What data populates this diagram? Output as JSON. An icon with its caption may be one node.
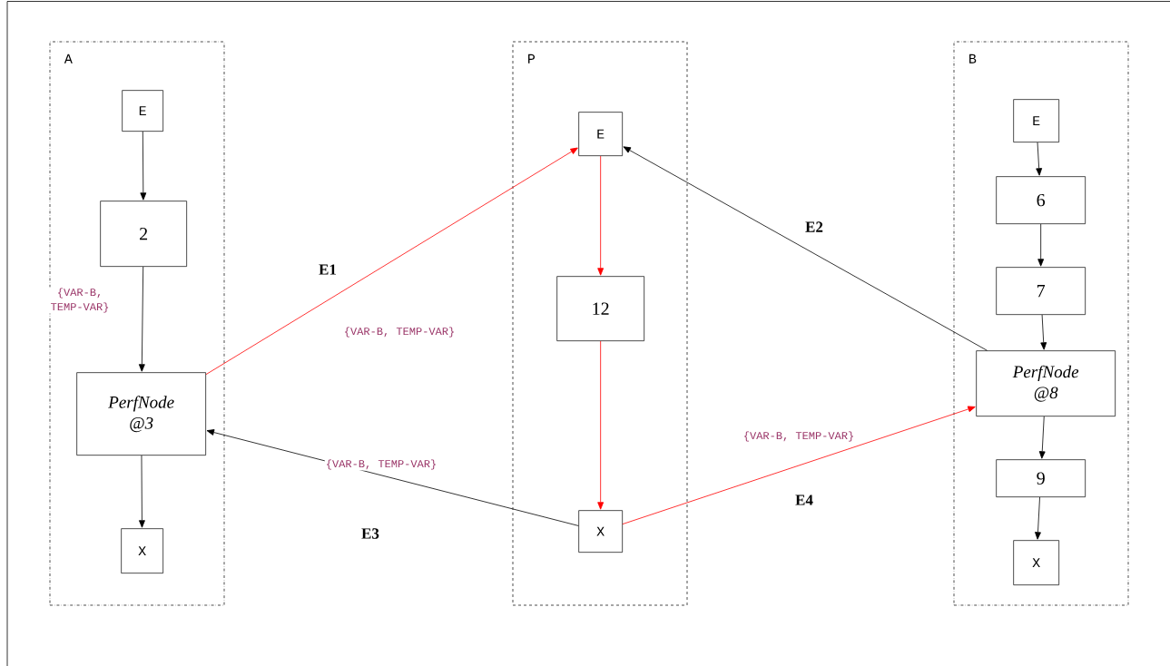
{
  "diagram": {
    "nodes": [
      {
        "text": [
          "A"
        ]
      },
      {
        "text": [
          "E"
        ],
        "in": 0
      },
      {
        "text": [
          "2"
        ],
        "in": 0
      },
      {
        "text": [
          "PerfNode @3"
        ],
        "in": 0
      },
      {
        "text": [
          "X"
        ],
        "in": 0
      },
      {
        "text": [
          "P"
        ]
      },
      {
        "text": [
          "E"
        ],
        "in": 5
      },
      {
        "text": [
          "12"
        ],
        "in": 5
      },
      {
        "text": [
          "X"
        ],
        "in": 5
      },
      {
        "text": [
          "B"
        ]
      },
      {
        "text": [
          "E"
        ],
        "in": 9
      },
      {
        "text": [
          "6"
        ],
        "in": 9
      },
      {
        "text": [
          "7"
        ],
        "in": 9
      },
      {
        "text": [
          "PerfNode @8"
        ],
        "in": 9
      },
      {
        "text": [
          "9"
        ],
        "in": 9
      },
      {
        "text": [
          "X"
        ],
        "in": 9
      }
    ],
    "edges": [
      {
        "from": 1,
        "to": 2,
        "arrow": "to"
      },
      {
        "from": 2,
        "to": 3,
        "arrow": "to",
        "label": "{VAR-B, TEMP-VAR}"
      },
      {
        "from": 3,
        "to": 4,
        "arrow": "to"
      },
      {
        "from": 3,
        "to": 6,
        "arrow": "to",
        "label": "E1",
        "color": "#ff0000"
      },
      {
        "from": 6,
        "to": 7,
        "arrow": "to",
        "color": "#ff0000"
      },
      {
        "from": 7,
        "to": 8,
        "arrow": "to",
        "color": "#ff0000"
      },
      {
        "from": 13,
        "to": 6,
        "arrow": "to",
        "label": "E2"
      },
      {
        "from": 8,
        "to": 3,
        "arrow": "to",
        "label": "E3"
      },
      {
        "from": 8,
        "to": 13,
        "arrow": "to",
        "label": "E4",
        "color": "#ff0000"
      },
      {
        "from": 10,
        "to": 11,
        "arrow": "to"
      },
      {
        "from": 11,
        "to": 12,
        "arrow": "to"
      },
      {
        "from": 12,
        "to": 13,
        "arrow": "to"
      },
      {
        "from": 13,
        "to": 14,
        "arrow": "to"
      },
      {
        "from": 14,
        "to": 15,
        "arrow": "to"
      }
    ],
    "labels": [
      "{VAR-B, TEMP-VAR}",
      "{VAR-B, TEMP-VAR}",
      "{VAR-B, TEMP-VAR}"
    ]
  }
}
